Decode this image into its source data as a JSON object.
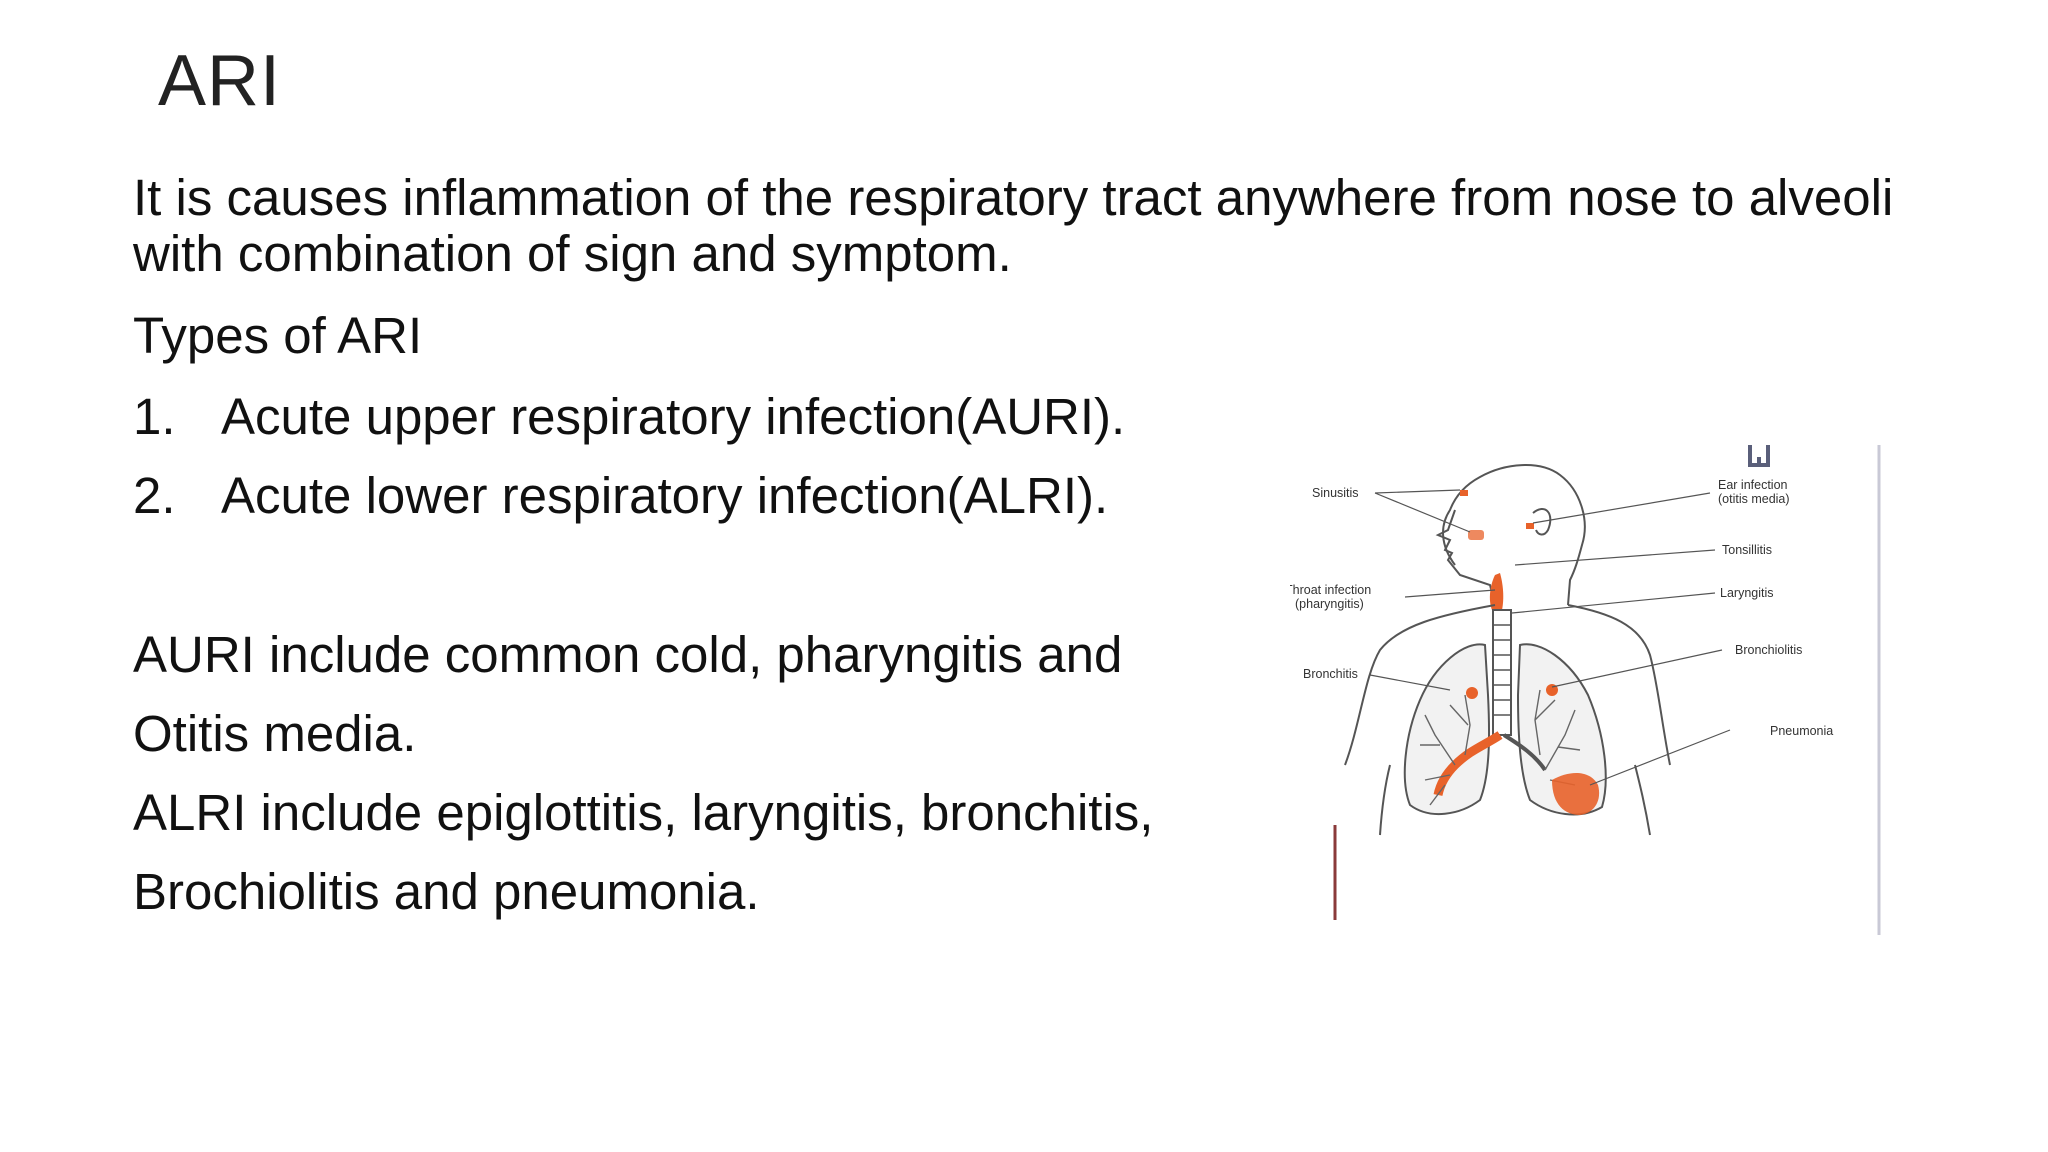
{
  "slide": {
    "title": "ARI",
    "intro": "It is causes inflammation of the respiratory tract anywhere from nose to alveoli with combination of sign and symptom.",
    "types_heading": "Types of ARI",
    "types": [
      {
        "number": "1.",
        "text": "Acute upper respiratory infection(AURI)."
      },
      {
        "number": "2.",
        "text": "Acute lower respiratory infection(ALRI)."
      }
    ],
    "auri_line1": "AURI include common cold, pharyngitis and",
    "auri_line2": "Otitis media.",
    "alri_line1": "ALRI include epiglottitis, laryngitis, bronchitis,",
    "alri_line2": "Brochiolitis and pneumonia."
  },
  "figure": {
    "labels": {
      "sinusitis": "Sinusitis",
      "ear_infection_1": "Ear infection",
      "ear_infection_2": "(otitis media)",
      "tonsillitis": "Tonsillitis",
      "throat_infection_1": "Throat infection",
      "throat_infection_2": "(pharyngitis)",
      "laryngitis": "Laryngitis",
      "bronchiolitis": "Bronchiolitis",
      "bronchitis": "Bronchitis",
      "pneumonia": "Pneumonia"
    },
    "colors": {
      "infection": "#e8622a",
      "outline": "#555555",
      "frame_line": "#c9c9d6",
      "accent_mark": "#8a3a3a",
      "logo": "#5a5f7a"
    }
  }
}
